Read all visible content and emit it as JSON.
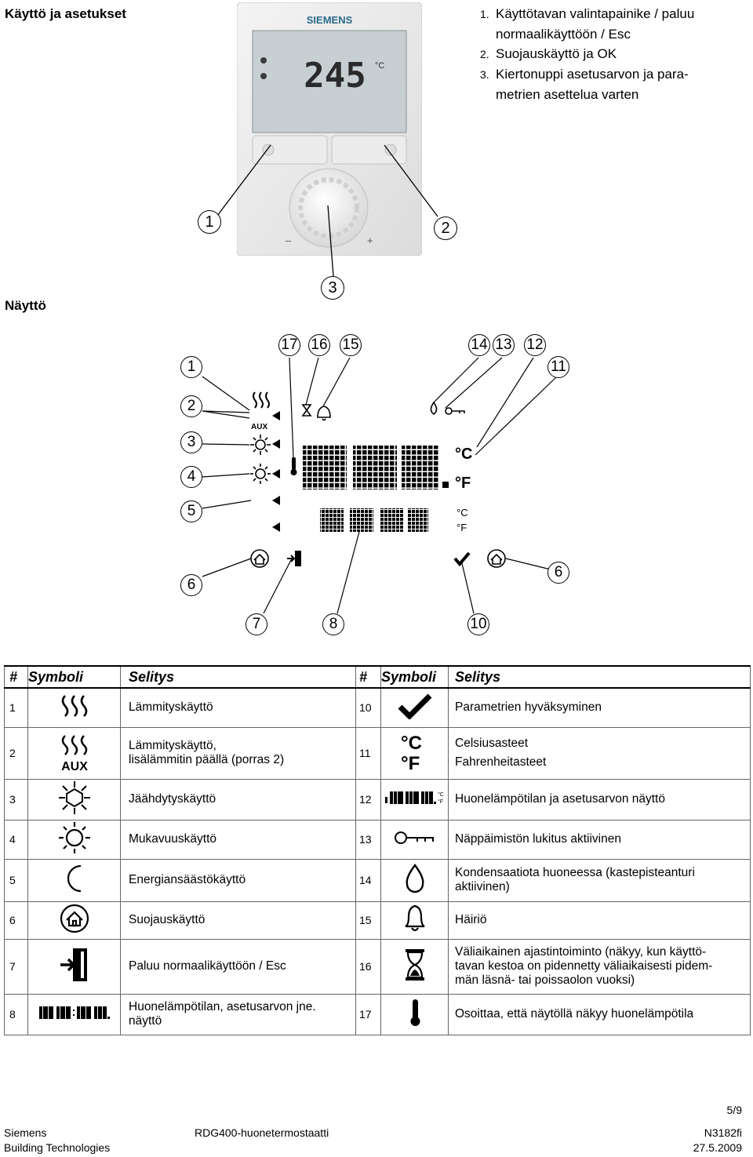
{
  "section1": {
    "title": "Käyttö ja asetukset",
    "device_brand": "SIEMENS",
    "device_display_value": "245",
    "device_unit": "°C",
    "device_minus": "–",
    "device_plus": "+",
    "list": [
      {
        "n": "1.",
        "lines": [
          "Käyttötavan valintapainike / paluu",
          "normaalikäyttöön / Esc"
        ]
      },
      {
        "n": "2.",
        "lines": [
          "Suojauskäyttö ja OK"
        ]
      },
      {
        "n": "3.",
        "lines": [
          "Kiertonuppi asetusarvon ja para-",
          "metrien asettelua varten"
        ]
      }
    ],
    "callouts": [
      "1",
      "2",
      "3"
    ]
  },
  "section2": {
    "title": "Näyttö",
    "callouts_top": [
      "17",
      "16",
      "15",
      "14",
      "13",
      "12",
      "11"
    ],
    "callouts_left": [
      "1",
      "2",
      "3",
      "4",
      "5",
      "6"
    ],
    "callouts_bottom": [
      "7",
      "8",
      "10"
    ],
    "callout_right": "6",
    "aux": "AUX",
    "celsius": "°C",
    "fahrenheit": "°F"
  },
  "table": {
    "headers": [
      "#",
      "Symboli",
      "Selitys",
      "#",
      "Symboli",
      "Selitys"
    ],
    "rows": [
      {
        "n1": "1",
        "icon1": "heating-icon",
        "t1": "Lämmityskäyttö",
        "n2": "10",
        "icon2": "checkmark-icon",
        "t2": "Parametrien hyväksyminen"
      },
      {
        "n1": "2",
        "icon1": "heating-aux-icon",
        "t1": "Lämmityskäyttö, lisälämmitin päällä (porras 2)",
        "n2": "11",
        "icon2": "celsius-fahrenheit-icon",
        "t2": "Celsiusasteet Fahrenheitasteet"
      },
      {
        "n1": "3",
        "icon1": "cooling-icon",
        "t1": "Jäähdytyskäyttö",
        "n2": "12",
        "icon2": "room-temp-display-icon",
        "t2": "Huonelämpötilan ja asetusarvon näyttö"
      },
      {
        "n1": "4",
        "icon1": "comfort-sun-icon",
        "t1": "Mukavuuskäyttö",
        "n2": "13",
        "icon2": "key-icon",
        "t2": "Näppäimistön lukitus aktiivinen"
      },
      {
        "n1": "5",
        "icon1": "moon-icon",
        "t1": "Energiansäästökäyttö",
        "n2": "14",
        "icon2": "drop-icon",
        "t2": "Kondensaatiota huoneessa (kastepisteanturi aktiivinen)"
      },
      {
        "n1": "6",
        "icon1": "protection-house-icon",
        "t1": "Suojauskäyttö",
        "n2": "15",
        "icon2": "bell-icon",
        "t2": "Häiriö"
      },
      {
        "n1": "7",
        "icon1": "exit-door-icon",
        "t1": "Paluu normaalikäyttöön / Esc",
        "n2": "16",
        "icon2": "hourglass-icon",
        "t2": "Väliaikainen ajastintoiminto (näkyy, kun käyttö-tavan kestoa on pidennetty väliaikaisesti pidem-män läsnä- tai poissaolon vuoksi)"
      },
      {
        "n1": "8",
        "icon1": "segment-display-icon",
        "t1": "Huonelämpötilan, asetusarvon jne. näyttö",
        "n2": "17",
        "icon2": "thermometer-icon",
        "t2": "Osoittaa, että näytöllä näkyy huonelämpötila"
      }
    ],
    "row2_t1_lines": [
      "Lämmityskäyttö,",
      "lisälämmitin päällä (porras 2)"
    ],
    "row2_t2_lines": [
      "Celsiusasteet",
      "Fahrenheitasteet"
    ],
    "row5_t2_lines": [
      "Kondensaatiota huoneessa (kastepisteanturi",
      "aktiivinen)"
    ],
    "row7_t2_lines": [
      "Väliaikainen ajastintoiminto (näkyy, kun käyttö-",
      "tavan kestoa on pidennetty väliaikaisesti pidem-",
      "män läsnä- tai poissaolon vuoksi)"
    ],
    "row8_t1_lines": [
      "Huonelämpötilan, asetusarvon jne.",
      "näyttö"
    ]
  },
  "footer": {
    "page": "5/9",
    "company": "Siemens",
    "division": "Building Technologies",
    "doc_title": "RDG400-huonetermostaatti",
    "doc_id": "N3182fi",
    "date": "27.5.2009"
  }
}
